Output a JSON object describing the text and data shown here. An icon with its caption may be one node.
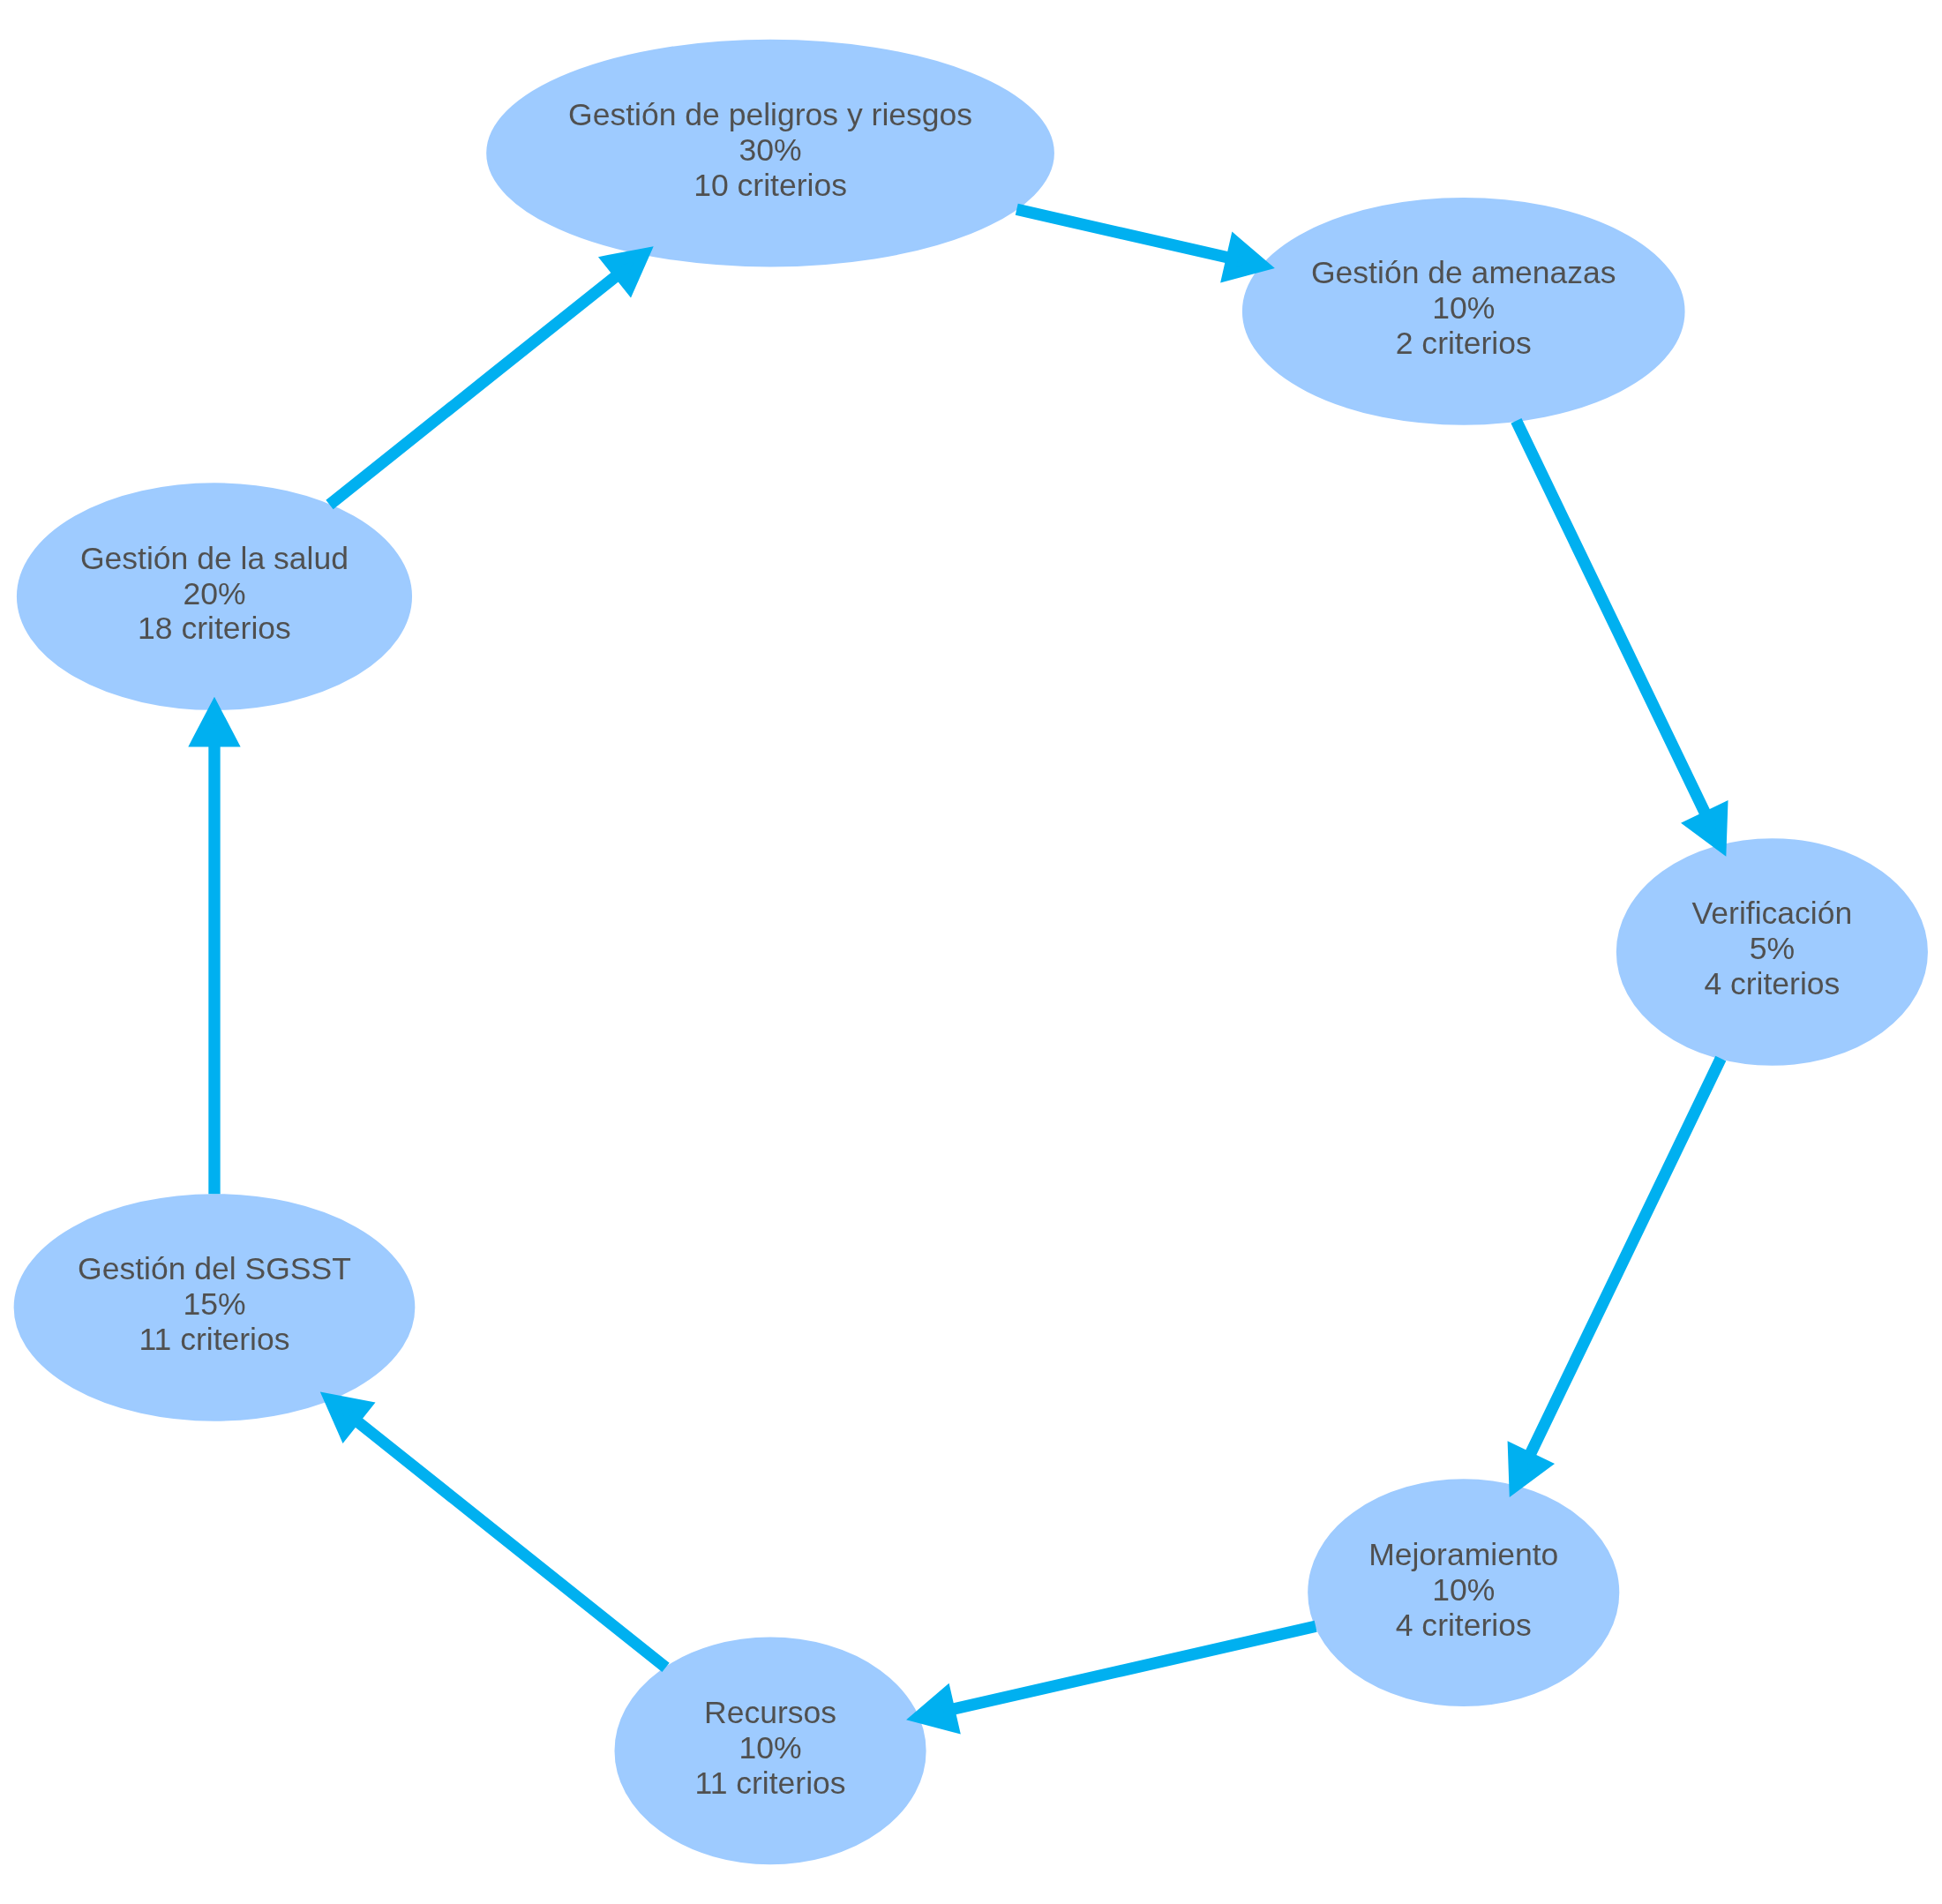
{
  "diagram": {
    "nodes": [
      {
        "text": [
          "Mejoramiento",
          "10%",
          "4 criterios"
        ]
      },
      {
        "text": [
          "Recursos",
          "10%",
          "11 criterios"
        ]
      },
      {
        "text": [
          "Gestión del SGSST",
          "15%",
          "11 criterios"
        ]
      },
      {
        "text": [
          "Gestión de la salud",
          "20%",
          "18 criterios"
        ]
      },
      {
        "text": [
          "Gestión de peligros y riesgos",
          "30%",
          "10 criterios"
        ]
      },
      {
        "text": [
          "Gestión de amenazas",
          "10%",
          "2 criterios"
        ]
      },
      {
        "text": [
          "Verificación",
          "5%",
          "4 criterios"
        ]
      }
    ],
    "edges": [
      {
        "from": 0,
        "to": 1,
        "arrow": "to"
      },
      {
        "from": 1,
        "to": 2,
        "arrow": "to"
      },
      {
        "from": 2,
        "to": 3,
        "arrow": "to"
      },
      {
        "from": 3,
        "to": 4,
        "arrow": "to"
      },
      {
        "from": 4,
        "to": 5,
        "arrow": "to"
      },
      {
        "from": 5,
        "to": 6,
        "arrow": "to"
      },
      {
        "from": 6,
        "to": 0,
        "arrow": "to"
      }
    ]
  }
}
